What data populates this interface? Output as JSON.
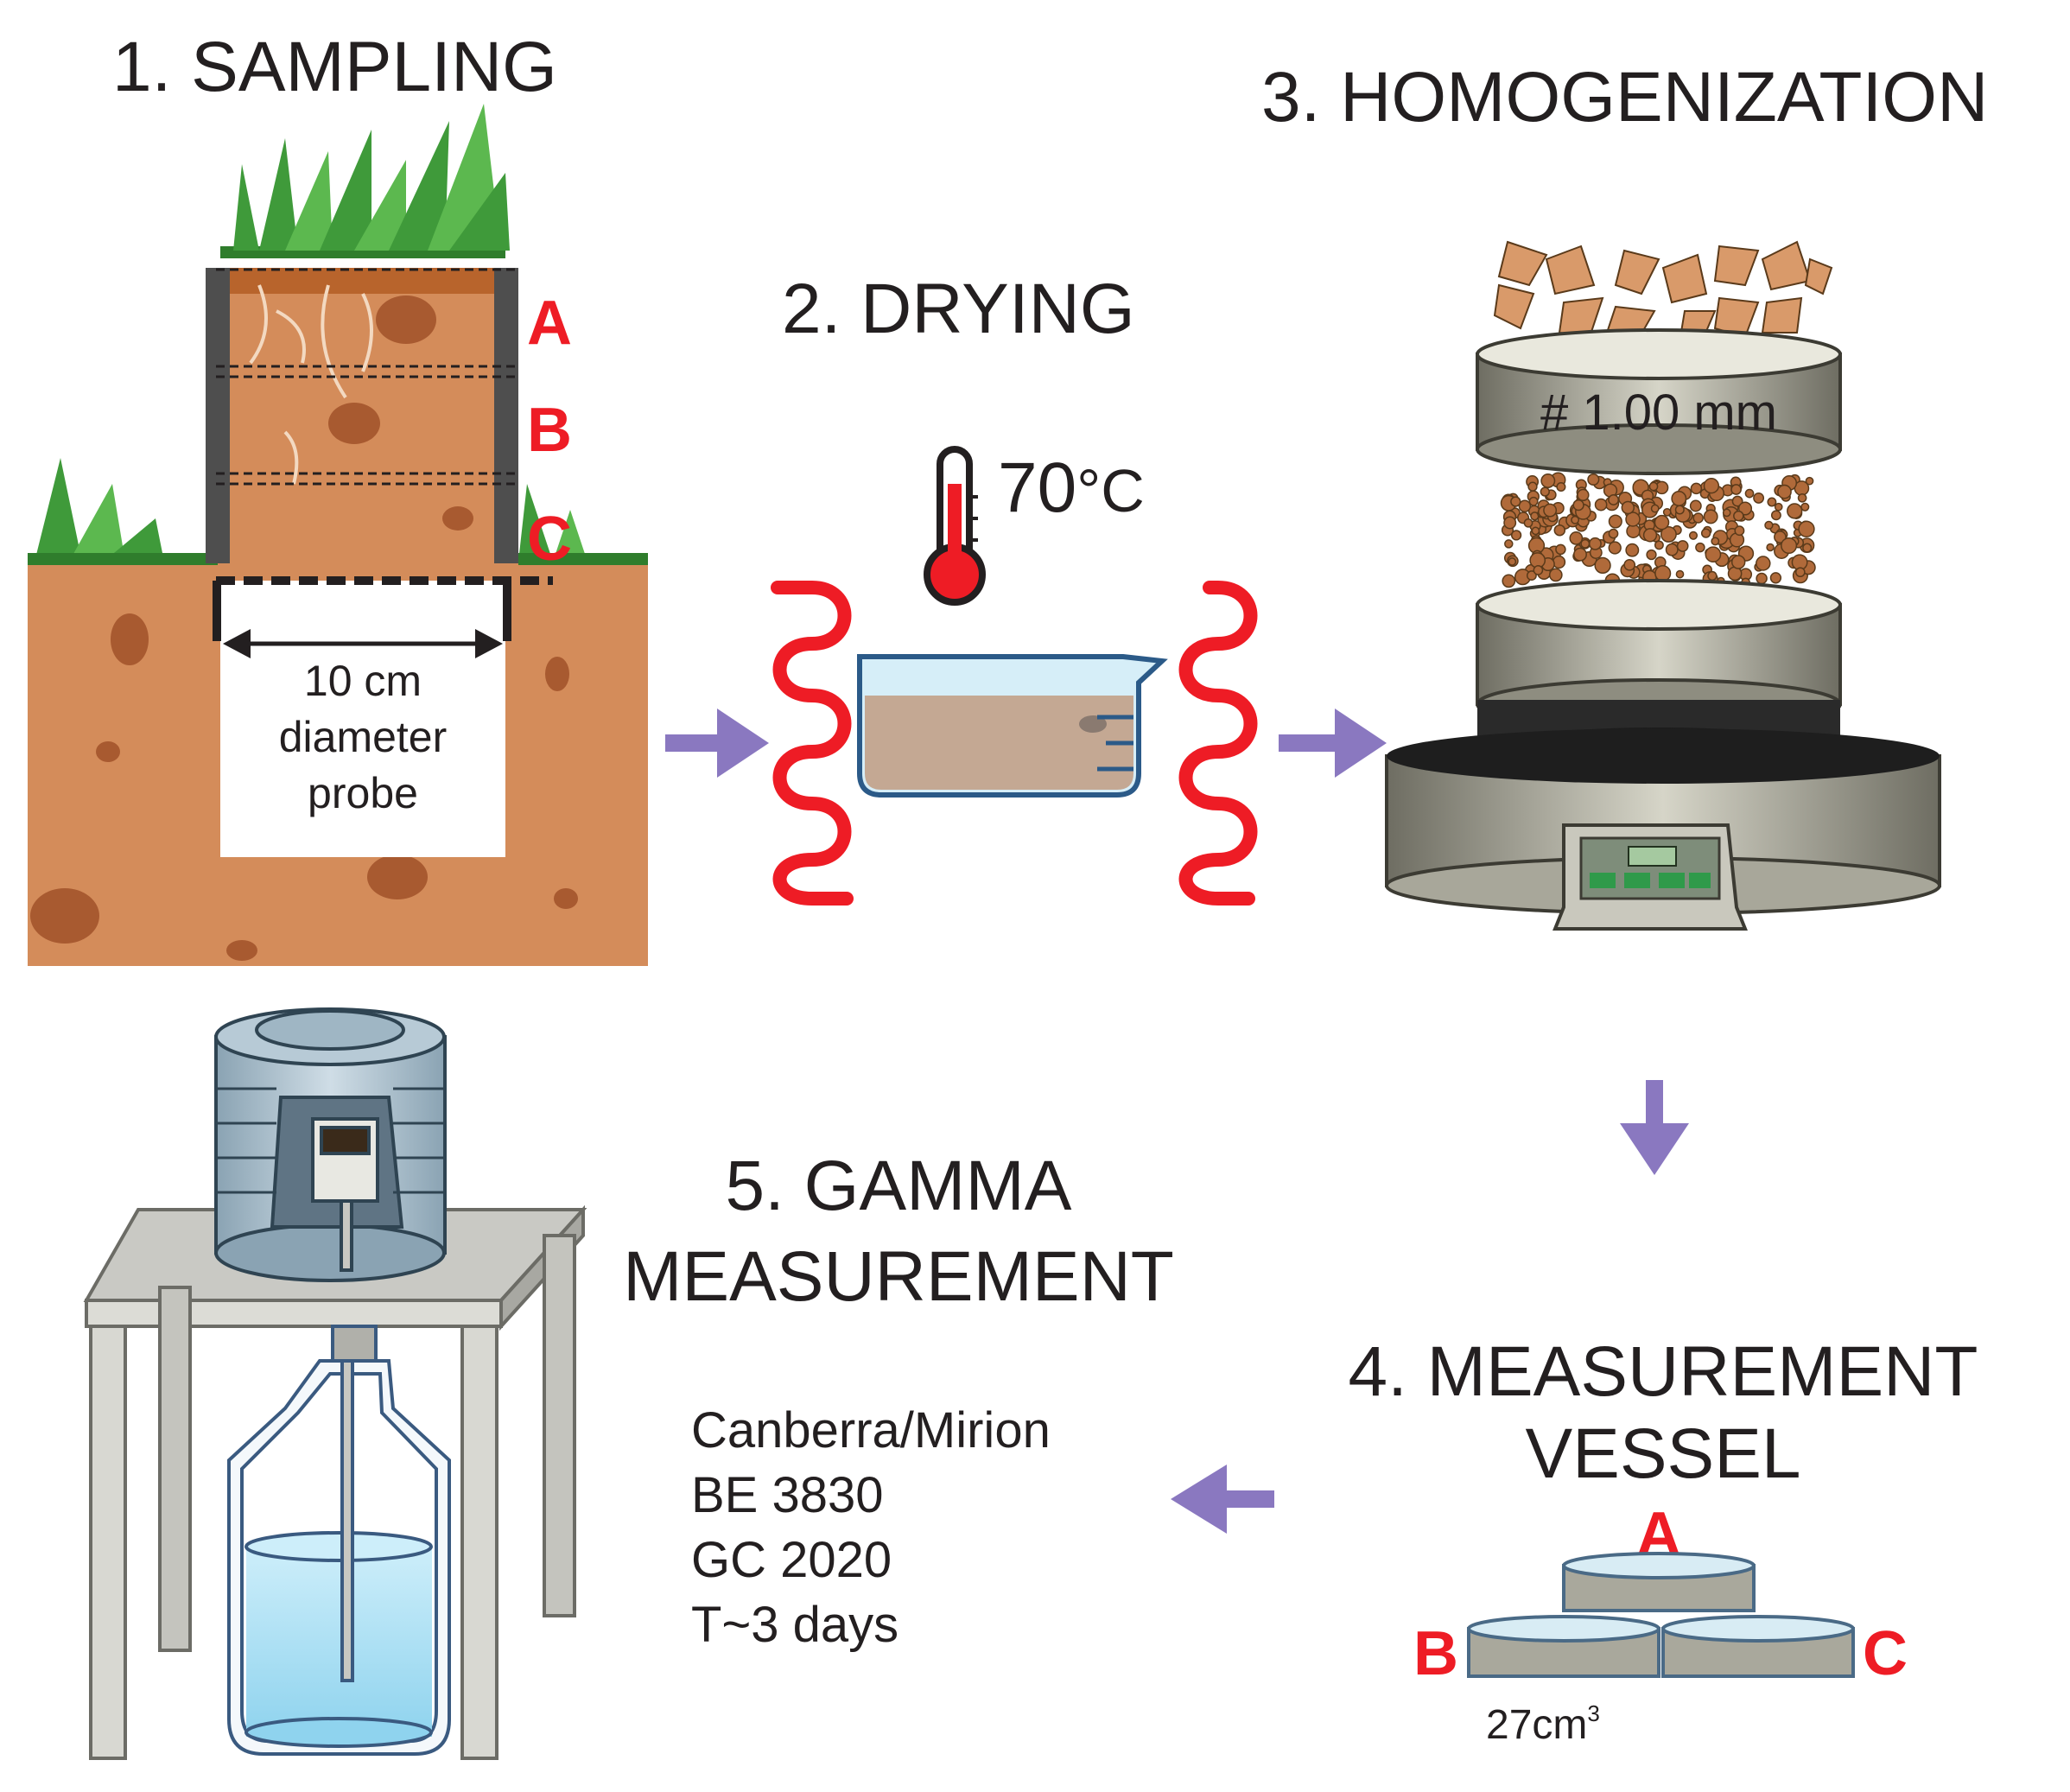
{
  "steps": {
    "sampling": "1. SAMPLING",
    "drying": "2. DRYING",
    "homogenization": "3. HOMOGENIZATION",
    "vessel_line1": "4. MEASUREMENT",
    "vessel_line2": "VESSEL",
    "gamma_line1": "5. GAMMA",
    "gamma_line2": "MEASUREMENT"
  },
  "sampling": {
    "layers": [
      "A",
      "B",
      "C"
    ],
    "probe_line1": "10 cm",
    "probe_line2": "diameter",
    "probe_line3": "probe"
  },
  "drying": {
    "temperature": "70",
    "unit": "°C"
  },
  "homogenization": {
    "sieve_label": "# 1.00 mm"
  },
  "vessel": {
    "labels": [
      "A",
      "B",
      "C"
    ],
    "volume": "27cm",
    "volume_exp": "3"
  },
  "detector": {
    "line1": "Canberra/Mirion",
    "line2": "BE 3830",
    "line3": "GC 2020",
    "line4": "T~3 days"
  },
  "colors": {
    "soil": "#d48c5a",
    "label_red": "#ee1c25",
    "arrow": "#8a78c0",
    "heat": "#ee1c25",
    "grass": "#3f9a3a",
    "steel": "#a8a79a",
    "water": "#aee0f2"
  }
}
